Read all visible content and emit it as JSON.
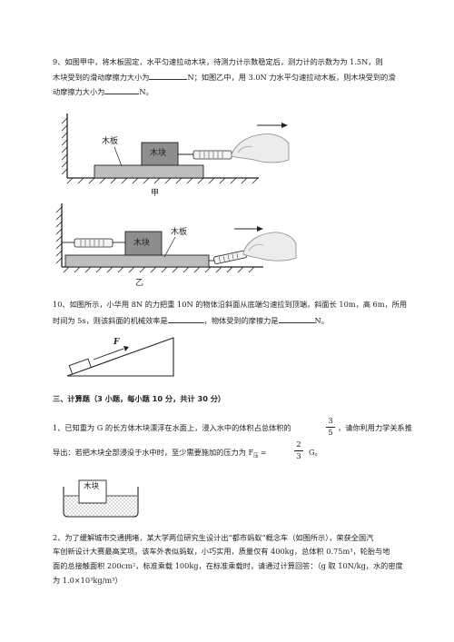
{
  "q9": {
    "line1": "9、如图甲中，将木板固定，水平匀速拉动木块，待测力计示数稳定后，测力计的示数为为 1.5N，则",
    "line2a": "木块受到的滑动摩擦力大小为",
    "line2b": "N；如图乙中，用 3.0N 力水平匀速拉动木板，则木块受到的滑",
    "line3a": "动摩擦力大小为",
    "line3b": "N。",
    "fig_jia": {
      "board": "木板",
      "block": "木块",
      "caption": "甲"
    },
    "fig_yi": {
      "block": "木块",
      "board": "木板",
      "caption": "乙"
    }
  },
  "q10": {
    "line1": "10、如图所示，小华用 8N 的力把重 10N 的物体沿斜面从底端匀速拉到顶端，斜面长 10m，高 6m，所用",
    "line2a": "时间为 5s，则该斜面的机械效率是",
    "line2b": "，物体受到的摩擦力是",
    "line2c": "N。",
    "force_label": "F"
  },
  "section3": {
    "title": "三、计算题（3 小题，每小题 10 分，共计 30 分）"
  },
  "c1": {
    "line1a": "1、已知重为 G 的长方体木块漂浮在水面上，浸入水中的体积占总体积的",
    "frac1_num": "3",
    "frac1_den": "5",
    "line1b": "，请你利用力学关系推",
    "line2a": "导出：若把木块全部浸没于水中时，至少需要施加的压力为 F",
    "sub": "压",
    "line2eq": "=",
    "frac2_num": "2",
    "frac2_den": "3",
    "line2b": "G。",
    "block_label": "木块"
  },
  "c2": {
    "line1": "2、为了缓解城市交通拥堵，某大学两位研究生设计出“都市蚂蚁”概念车（如图所示），荣获全国汽",
    "line2": "车创新设计大赛最高奖项。该车外表似蚂蚁，小巧实用，质量仅有 400kg，总体积 0.75m³，轮胎与地",
    "line3": "面的总接触面积 200cm²，标准乘载 100kg，在标准乘载时，请通过计算回答：（g 取 10N/kg，水的密度",
    "line4": "为 1.0×10³kg/m³）"
  }
}
